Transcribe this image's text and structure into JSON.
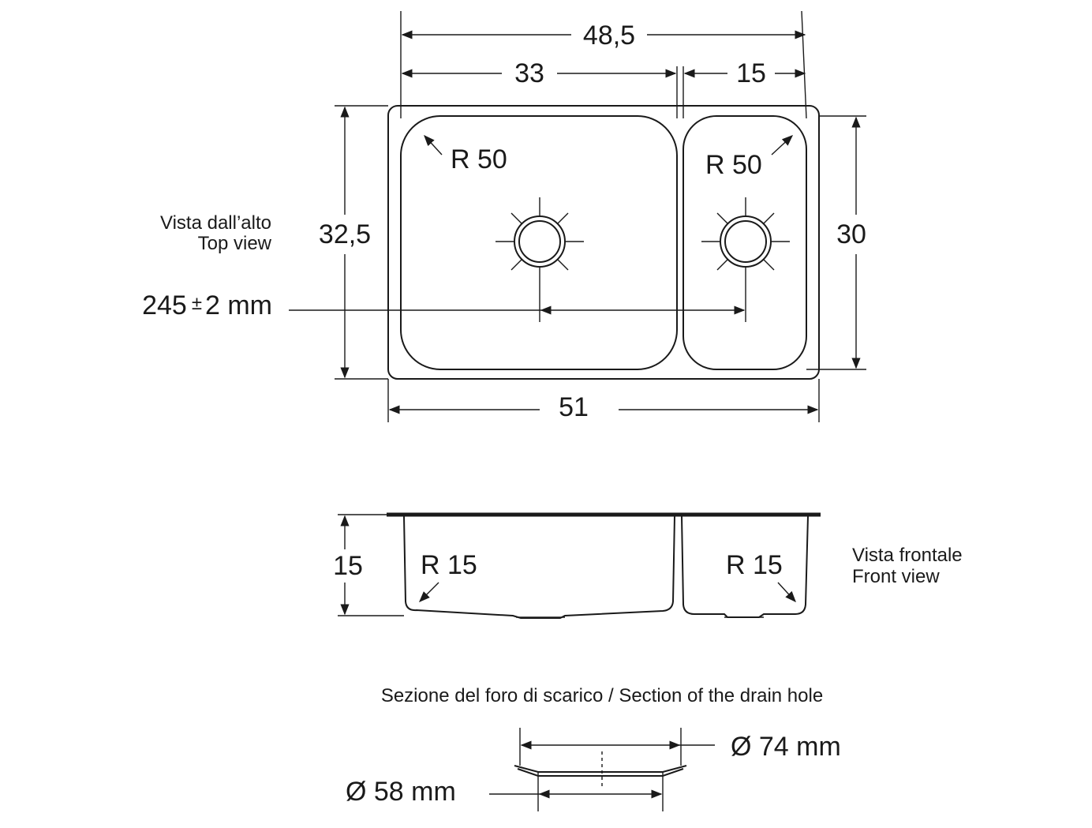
{
  "top_view": {
    "label_it": "Vista dall’alto",
    "label_en": "Top view",
    "dim_total_bowls": "48,5",
    "dim_left_bowl": "33",
    "dim_right_bowl": "15",
    "dim_height": "32,5",
    "dim_bowl_height": "30",
    "dim_width": "51",
    "radius_left": "R 50",
    "radius_right": "R 50",
    "drain_distance": "245",
    "drain_tolerance": "±",
    "drain_tolerance_value": "2 mm"
  },
  "front_view": {
    "label_it": "Vista frontale",
    "label_en": "Front view",
    "dim_depth": "15",
    "radius_left": "R 15",
    "radius_right": "R 15"
  },
  "drain_section": {
    "title": "Sezione del foro di scarico / Section of the drain hole",
    "outer_diameter": "Ø 74 mm",
    "inner_diameter": "Ø 58 mm"
  }
}
